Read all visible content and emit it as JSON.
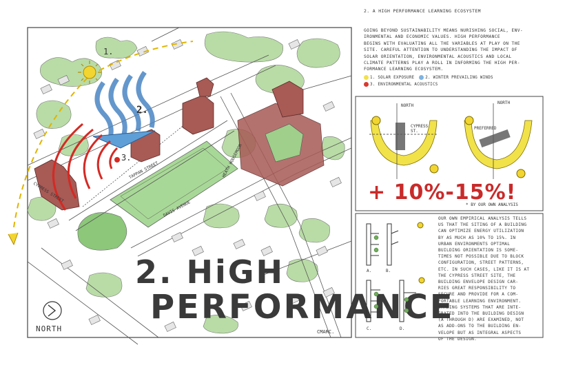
{
  "title_line1": "2. HiGH",
  "title_line2": "PERFORMANCE",
  "section_heading": "2. A HIGH PERFORMANCE LEARNING ECOSYSTEM",
  "intro_lines": [
    "GOING BEYOND SUSTAINABILITY MEANS NURISHING SOCIAL, ENV-",
    "IRONMENTAL AND ECONOMIC VALUES. HIGH PERFORMANCE",
    "BEGINS WITH EVALUATING ALL THE VARIABLES AT PLAY ON THE",
    "SITE. CAREFUL ATTENTION TO UNDERSTANDING THE IMPACT OF",
    "SOLAR ORIENTATION, ENVIRONMENTAL ACOUSTICS AND LOCAL",
    "CLIMATE PATTERNS PLAY A ROLL IN INFORMING THE HIGH PER-",
    "FORMANCE LEARNING ECOSYSTEM."
  ],
  "legend": [
    {
      "label": "1. SOLAR EXPOSURE",
      "color": "#f2e24a"
    },
    {
      "label": "2. WINTER PREVAILING WINDS",
      "color": "#7fb3e0"
    },
    {
      "label": "3. ENVIRONMENTAL ACOUSTICS",
      "color": "#d93a2e"
    }
  ],
  "diagram_labels": {
    "north_left": "NORTH",
    "north_right": "NORTH",
    "cypress_st": "CYPRESS ST.",
    "preferred": "PREFERRED",
    "improvement": "+ 10%-15%!",
    "source_note": "* BY OUR OWN ANALYSIS"
  },
  "analysis_lines": [
    "OUR OWN EMPIRICAL ANALYSIS TELLS",
    "US THAT THE SITING OF A BUILDING",
    "CAN OPTIMIZE ENERGY UTILIZATION",
    "BY AS MUCH AS 10% TO 15%. IN",
    "URBAN ENVIRONMENTS OPTIMAL",
    "BUILDING ORIENTATION IS SOME-",
    "TIMES NOT POSSIBLE DUE TO BLOCK",
    "CONFIGURATION, STREET PATTERNS,",
    "ETC. IN SUCH CASES, LIKE IT IS AT",
    "THE CYPRESS STREET SITE, THE",
    "BUILDING ENVELOPE DESIGN CAR-",
    "RIES GREAT RESPONSIBILITY TO",
    "SECURE AND PROVIDE FOR A COM-",
    "FORTABLE LEARNING ENVIRONMENT.",
    "SHADING SYSTEMS THAT ARE INTE-",
    "GRATED INTO THE BUILDING DESIGN",
    "(A THROUGH D) ARE EXAMINED, NOT",
    "AS ADD-ONS TO THE BUILDING EN-",
    "VELOPE BUT AS INTEGRAL ASPECTS",
    "OF THE DESIGN."
  ],
  "section_letters": [
    "a.",
    "b.",
    "c.",
    "d."
  ],
  "map_labels": {
    "street_tappan": "TAPPAN STREET",
    "street_cypress": "CYPRESS STREET",
    "street_davis": "DAVIS AVENUE",
    "street_heath": "HEATH HOUSEMOOR",
    "marker_1": "1.",
    "marker_2": "2.",
    "marker_3": "3.",
    "north": "NORTH",
    "signature": "CMARC."
  },
  "colors": {
    "building": "#a85a55",
    "green": "#9fcf8a",
    "sun": "#f2d530",
    "wind": "#5f9fd8",
    "acoustic": "#d42a24"
  }
}
